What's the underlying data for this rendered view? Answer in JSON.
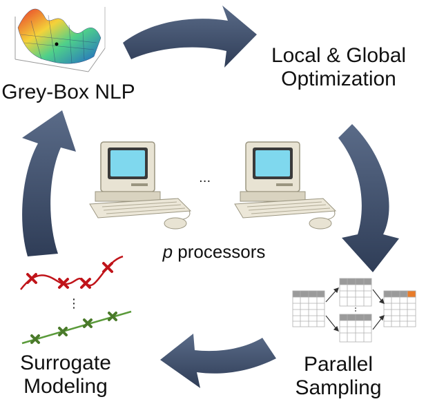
{
  "stages": {
    "nlp": {
      "line1": "Grey-Box NLP"
    },
    "optimization": {
      "line1": "Local & Global",
      "line2": "Optimization"
    },
    "sampling": {
      "line1": "Parallel",
      "line2": "Sampling"
    },
    "modeling": {
      "line1": "Surrogate",
      "line2": "Modeling"
    }
  },
  "processors": {
    "variable": "p",
    "label": "processors",
    "ellipsis": "..."
  },
  "surrogate": {
    "ellipsis": "⋮"
  },
  "colors": {
    "arrow": "#3d4d6a",
    "red_curve": "#c0141a",
    "green_curve": "#5a9a3a",
    "computer_body": "#e8e3d3",
    "screen": "#7fd8ee",
    "highlight_cell": "#e87c2a"
  },
  "icons": [
    "surface-plot-icon",
    "computer-icon",
    "table-grid-icon"
  ]
}
